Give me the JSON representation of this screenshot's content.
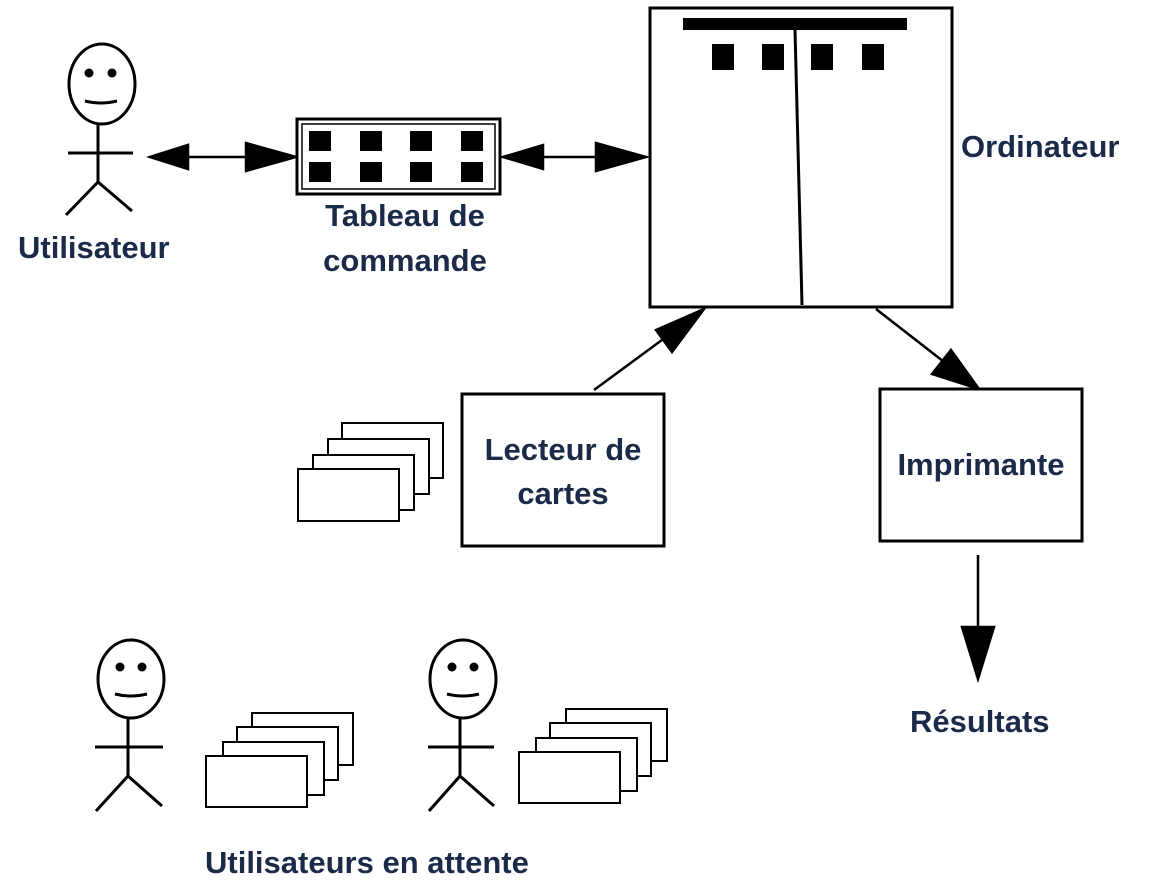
{
  "labels": {
    "user": "Utilisateur",
    "control_panel_1": "Tableau de",
    "control_panel_2": "commande",
    "computer": "Ordinateur",
    "card_reader_1": "Lecteur de",
    "card_reader_2": "cartes",
    "printer": "Imprimante",
    "results": "Résultats",
    "waiting_users": "Utilisateurs en attente"
  },
  "icons": {
    "user": "stick-figure-icon",
    "cards": "punch-card-stack-icon",
    "computer": "computer-cabinet-icon",
    "control_panel": "control-panel-icon"
  },
  "colors": {
    "line": "#000000",
    "text": "#1a2a48",
    "background": "#ffffff"
  }
}
